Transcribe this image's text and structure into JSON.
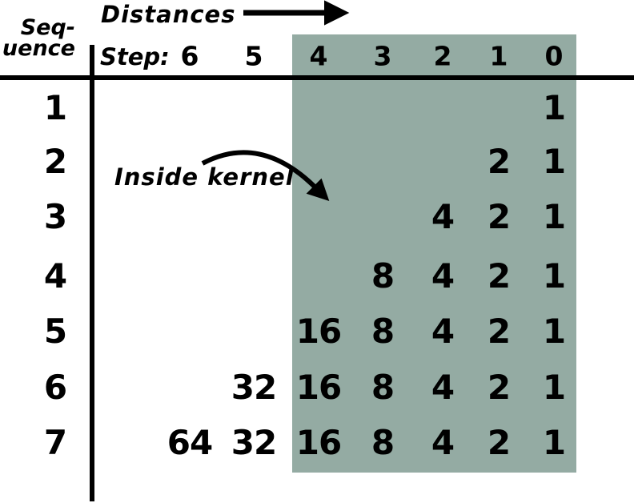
{
  "title": "Distances",
  "sequence_label": {
    "line1": "Seq-",
    "line2": "uence"
  },
  "step_label": "Step:",
  "annotation": "Inside kernel",
  "column_headers": [
    "6",
    "5",
    "4",
    "3",
    "2",
    "1",
    "0"
  ],
  "rows": [
    {
      "label": "1",
      "values": [
        "1"
      ]
    },
    {
      "label": "2",
      "values": [
        "2",
        "1"
      ]
    },
    {
      "label": "3",
      "values": [
        "4",
        "2",
        "1"
      ]
    },
    {
      "label": "4",
      "values": [
        "8",
        "4",
        "2",
        "1"
      ]
    },
    {
      "label": "5",
      "values": [
        "16",
        "8",
        "4",
        "2",
        "1"
      ]
    },
    {
      "label": "6",
      "values": [
        "32",
        "16",
        "8",
        "4",
        "2",
        "1"
      ]
    },
    {
      "label": "7",
      "values": [
        "64",
        "32",
        "16",
        "8",
        "4",
        "2",
        "1"
      ]
    }
  ],
  "kernel_region": {
    "columns_covered": [
      "4",
      "3",
      "2",
      "1",
      "0"
    ]
  },
  "colors": {
    "kernel_background": "#94aba3",
    "ink": "#000000",
    "page_background": "#ffffff"
  }
}
